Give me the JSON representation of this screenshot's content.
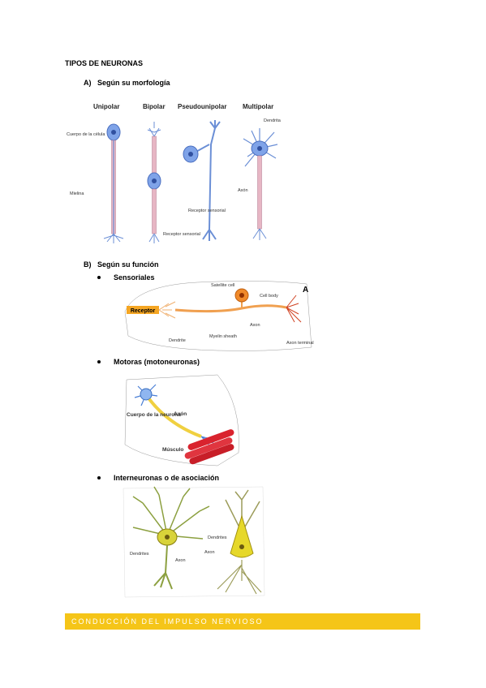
{
  "doc": {
    "title": "TIPOS DE NEURONAS",
    "section_a": "A)   Según su morfología",
    "section_b": "B)   Según su función",
    "bullets": [
      "Sensoriales",
      "Motoras (motoneuronas)",
      "Interneuronas o de asociación"
    ],
    "banner": "CONDUCCIÓN DEL IMPULSO NERVIOSO"
  },
  "fig_morph": {
    "headers": [
      "Unipolar",
      "Bipolar",
      "Pseudounipolar",
      "Multipolar"
    ],
    "labels": {
      "cuerpo": "Cuerpo de la célula",
      "mielina": "Mielina",
      "receptor1": "Receptor sensorial",
      "receptor2": "Receptor sensorial",
      "dendrita": "Dendrita",
      "axon": "Axón"
    }
  },
  "fig_sens": {
    "receptor": "Receptor",
    "letter": "A",
    "satellite": "Satellite cell",
    "cellbody": "Cell body",
    "axon": "Axon",
    "dendrite": "Dendrite",
    "myelin": "Myelin sheath",
    "terminal": "Axon terminal"
  },
  "fig_motor": {
    "cuerpo": "Cuerpo de la neurona",
    "axon": "Axón",
    "musculo": "Músculo"
  },
  "fig_inter": {
    "dendrites1": "Dendrites",
    "axon1": "Axon",
    "dendrites2": "Dendrites",
    "axon2": "Axon"
  },
  "colors": {
    "banner": "#f5c518",
    "neuron_blue": "#6b8fd6",
    "sensory_orange": "#f08a2a",
    "muscle_red": "#d9232e",
    "inter_yellow": "#c9b51e"
  }
}
